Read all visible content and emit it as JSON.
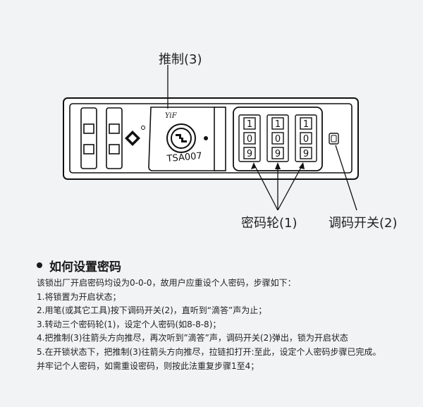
{
  "diagram": {
    "label_push_tab": "推制(3)",
    "label_dials": "密码轮(1)",
    "label_reset_switch": "调码开关(2)",
    "lock_brand": "YiF",
    "lock_model": "TSA007",
    "dial_columns": [
      [
        "1",
        "0",
        "9"
      ],
      [
        "1",
        "0",
        "9"
      ],
      [
        "1",
        "0",
        "9"
      ]
    ]
  },
  "instructions": {
    "title": "如何设置密码",
    "intro": "该锁出厂开启密码均设为0-0-0，故用户应重设个人密码，步骤如下：",
    "steps": [
      "1.将锁置为开启状态；",
      "2.用笔(或其它工具)按下调码开关(2)，直听到“滴答”声为止；",
      "3.转动三个密码轮(1)，设定个人密码(如8-8-8)；",
      "4.把推制(3)往箭头方向推尽，再次听到”滴答”声，调码开关(2)弹出，锁为开启状态",
      "5.在开锁状态下，把推制(3)往箭头方向推尽，拉链扣打开:至此，设定个人密码步骤已完成。",
      "并牢记个人密码，如需重设密码，则按此法重复步骤1至4；"
    ]
  }
}
